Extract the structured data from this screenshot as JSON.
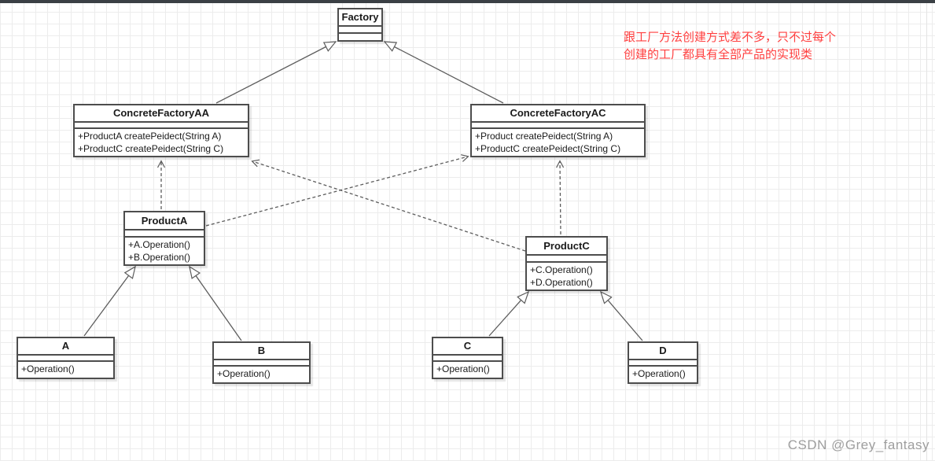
{
  "diagram": {
    "annotation": {
      "line1": "跟工厂方法创建方式差不多，只不过每个",
      "line2": "创建的工厂都具有全部产品的实现类"
    },
    "watermark": "CSDN @Grey_fantasy",
    "classes": {
      "factory": {
        "title": "Factory",
        "methods": []
      },
      "cfaa": {
        "title": "ConcreteFactoryAA",
        "methods": [
          "+ProductA createPeidect(String A)",
          "+ProductC createPeidect(String C)"
        ]
      },
      "cfac": {
        "title": "ConcreteFactoryAC",
        "methods": [
          "+Product createPeidect(String A)",
          "+ProductC createPeidect(String C)"
        ]
      },
      "product_a": {
        "title": "ProductA",
        "methods": [
          "+A.Operation()",
          "+B.Operation()"
        ]
      },
      "product_c": {
        "title": "ProductC",
        "methods": [
          "+C.Operation()",
          "+D.Operation()"
        ]
      },
      "a": {
        "title": "A",
        "methods": [
          "+Operation()"
        ]
      },
      "b": {
        "title": "B",
        "methods": [
          "+Operation()"
        ]
      },
      "c": {
        "title": "C",
        "methods": [
          "+Operation()"
        ]
      },
      "d": {
        "title": "D",
        "methods": [
          "+Operation()"
        ]
      }
    },
    "relationships": [
      {
        "type": "generalization",
        "from": "ConcreteFactoryAA",
        "to": "Factory"
      },
      {
        "type": "generalization",
        "from": "ConcreteFactoryAC",
        "to": "Factory"
      },
      {
        "type": "generalization",
        "from": "A",
        "to": "ProductA"
      },
      {
        "type": "generalization",
        "from": "B",
        "to": "ProductA"
      },
      {
        "type": "generalization",
        "from": "C",
        "to": "ProductC"
      },
      {
        "type": "generalization",
        "from": "D",
        "to": "ProductC"
      },
      {
        "type": "dependency",
        "from": "ProductA",
        "to": "ConcreteFactoryAA"
      },
      {
        "type": "dependency",
        "from": "ProductA",
        "to": "ConcreteFactoryAC"
      },
      {
        "type": "dependency",
        "from": "ProductC",
        "to": "ConcreteFactoryAA"
      },
      {
        "type": "dependency",
        "from": "ProductC",
        "to": "ConcreteFactoryAC"
      }
    ],
    "colors": {
      "edge_stroke": "#5c5c5c",
      "box_border": "#4d4d4d",
      "annotation_red": "#ff4040",
      "watermark_gray": "#9e9e9e",
      "grid": "#ececec",
      "topbar": "#3b4045"
    }
  }
}
